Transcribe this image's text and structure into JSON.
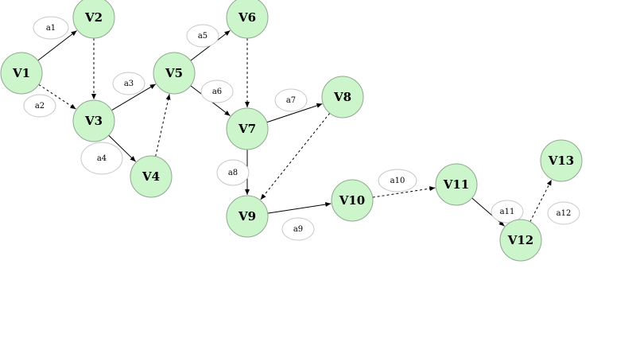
{
  "nodes": [
    {
      "id": "V1",
      "label": "V1"
    },
    {
      "id": "V2",
      "label": "V2"
    },
    {
      "id": "V3",
      "label": "V3"
    },
    {
      "id": "V4",
      "label": "V4"
    },
    {
      "id": "V5",
      "label": "V5"
    },
    {
      "id": "V6",
      "label": "V6"
    },
    {
      "id": "V7",
      "label": "V7"
    },
    {
      "id": "V8",
      "label": "V8"
    },
    {
      "id": "V9",
      "label": "V9"
    },
    {
      "id": "V10",
      "label": "V10"
    },
    {
      "id": "V11",
      "label": "V11"
    },
    {
      "id": "V12",
      "label": "V12"
    },
    {
      "id": "V13",
      "label": "V13"
    }
  ],
  "edges": [
    {
      "id": "e1",
      "from": "V1",
      "to": "V2",
      "style": "solid"
    },
    {
      "id": "e2",
      "from": "V1",
      "to": "V3",
      "style": "dashed"
    },
    {
      "id": "e3",
      "from": "V2",
      "to": "V3",
      "style": "dashed"
    },
    {
      "id": "e4",
      "from": "V3",
      "to": "V5",
      "style": "solid"
    },
    {
      "id": "e5",
      "from": "V3",
      "to": "V4",
      "style": "solid"
    },
    {
      "id": "e6",
      "from": "V4",
      "to": "V5",
      "style": "dashed"
    },
    {
      "id": "e7",
      "from": "V5",
      "to": "V6",
      "style": "solid"
    },
    {
      "id": "e8",
      "from": "V5",
      "to": "V7",
      "style": "solid"
    },
    {
      "id": "e9",
      "from": "V6",
      "to": "V7",
      "style": "dashed"
    },
    {
      "id": "e10",
      "from": "V7",
      "to": "V8",
      "style": "solid"
    },
    {
      "id": "e11",
      "from": "V7",
      "to": "V9",
      "style": "solid"
    },
    {
      "id": "e12",
      "from": "V8",
      "to": "V9",
      "style": "dashed"
    },
    {
      "id": "e13",
      "from": "V9",
      "to": "V10",
      "style": "solid"
    },
    {
      "id": "e14",
      "from": "V10",
      "to": "V11",
      "style": "dashed"
    },
    {
      "id": "e15",
      "from": "V11",
      "to": "V12",
      "style": "solid"
    },
    {
      "id": "e16",
      "from": "V12",
      "to": "V13",
      "style": "dashed"
    }
  ],
  "activity_labels": [
    "a1",
    "a2",
    "a3",
    "a4",
    "a5",
    "a6",
    "a7",
    "a8",
    "a9",
    "a10",
    "a11",
    "a12"
  ],
  "colors": {
    "node_fill": "#ccf5cc",
    "node_stroke": "#8fa88f",
    "edge": "#000000"
  }
}
